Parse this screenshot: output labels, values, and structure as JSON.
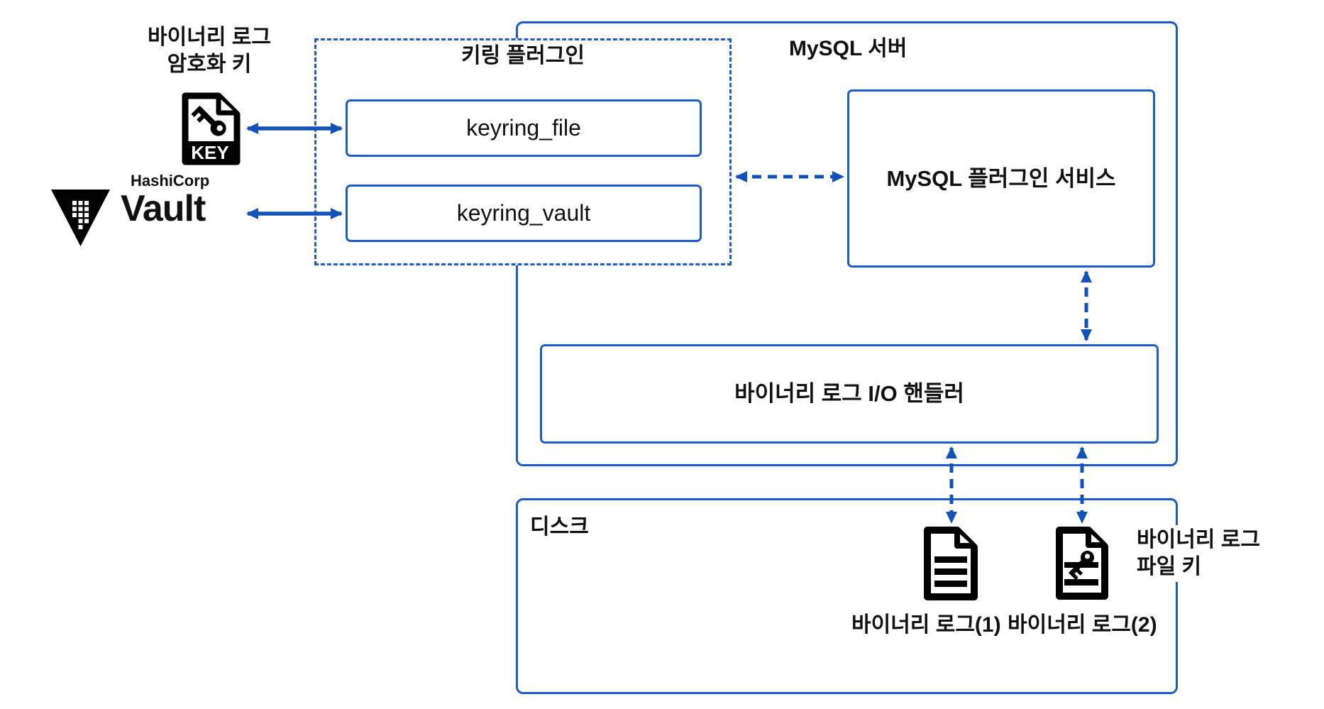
{
  "colors": {
    "box_border": "#1e5dc8",
    "arrow": "#1151b8",
    "text": "#111111",
    "background": "#ffffff"
  },
  "encryption_key": {
    "label_line1": "바이너리 로그",
    "label_line2": "암호화 키",
    "file_badge": "KEY"
  },
  "vault": {
    "brand": "HashiCorp",
    "product": "Vault"
  },
  "keyring_plugin": {
    "title": "키링 플러그인",
    "plugins": [
      {
        "label": "keyring_file"
      },
      {
        "label": "keyring_vault"
      }
    ]
  },
  "mysql_server": {
    "title": "MySQL 서버",
    "plugin_service": "MySQL 플러그인 서비스",
    "binlog_io_handler": "바이너리 로그 I/O 핸들러"
  },
  "disk": {
    "title": "디스크",
    "files": [
      {
        "label": "바이너리 로그(1)"
      },
      {
        "label": "바이너리 로그(2)"
      }
    ],
    "file_key_label_line1": "바이너리 로그",
    "file_key_label_line2": "파일 키"
  },
  "icons": {
    "key_file": "key-file-icon",
    "vault_logo": "vault-triangle-icon",
    "binlog_plain": "document-lines-icon",
    "binlog_encrypted": "document-key-icon"
  }
}
